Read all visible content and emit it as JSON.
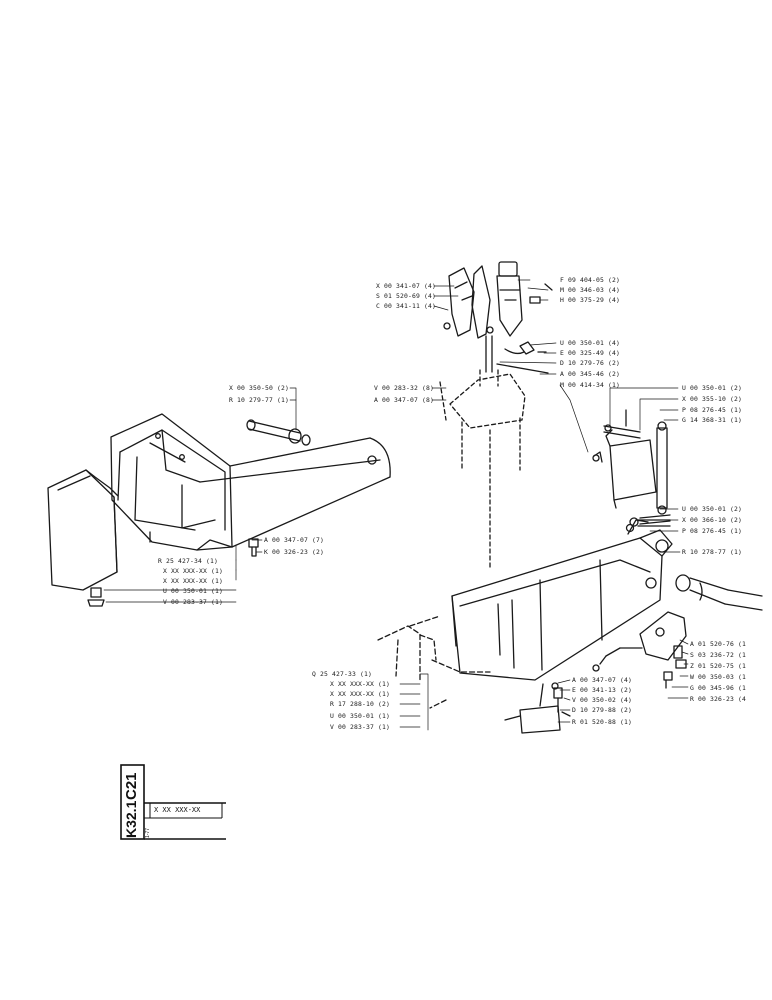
{
  "callouts": {
    "x_00_341_07": "X 00 341-07 (4)",
    "s_01_520_69": "S 01 520-69 (4)",
    "c_00_341_11": "C 00 341-11 (4)",
    "f_09_404_05": "F 09 404-05 (2)",
    "m_00_346_03": "M 00 346-03 (4)",
    "h_00_375_29": "H 00 375-29 (4)",
    "u_00_350_01_top": "U 00 350-01 (4)",
    "e_00_325_49": "E 00 325-49 (4)",
    "d_10_279_76": "D 10 279-76 (2)",
    "a_00_345_46": "A 00 345-46 (2)",
    "m_00_414_34": "M 00 414-34 (1)",
    "v_00_283_32_8": "V 00 283-32 (8)",
    "a_00_347_07_8": "A 00 347-07 (8)",
    "x_00_350_50": "X 00 350-50 (2)",
    "r_10_279_77_left": "R 10 279-77 (1)",
    "u_00_350_01_r2": "U 00 350-01 (2)",
    "x_00_355_10": "X 00 355-10 (2)",
    "p_08_276_45_r1": "P 08 276-45 (1)",
    "g_14_368_31": "G 14 368-31 (1)",
    "u_00_350_01_r2b": "U 00 350-01 (2)",
    "x_00_366_10": "X 00 366-10 (2)",
    "p_08_276_45_r1b": "P 08 276-45 (1)",
    "r_10_278_77": "R 10 278-77 (1)",
    "a_00_347_07_7": "A 00 347-07 (7)",
    "k_00_326_23_2": "K 00 326-23 (2)",
    "r_25_427_34": "R 25 427-34 (1)",
    "xx_1": "X XX XXX-XX (1)",
    "xx_2": "X XX XXX-XX (1)",
    "u_00_350_01_left": "U 00 350-01 (1)",
    "v_00_283_37_left": "V 00 283-37 (1)",
    "a_01_520_76": "A 01 520-76 (1",
    "s_03_236_72": "S 03 236-72 (1",
    "z_01_520_75": "Z 01 520-75 (1",
    "w_00_350_03": "W 00 350-03 (1",
    "g_00_345_96": "G 00 345-96 (1",
    "r_00_326_23": "R 00 326-23 (4",
    "q_25_427_33": "Q 25 427-33 (1)",
    "xx_3": "X XX XXX-XX (1)",
    "xx_4": "X XX XXX-XX (1)",
    "r_17_288_10": "R 17 288-10 (2)",
    "u_00_350_01_bottom": "U 00 350-01 (1)",
    "v_00_283_37_bottom": "V 00 283-37 (1)",
    "a_00_347_07_4": "A 00 347-07 (4)",
    "e_00_341_13": "E 00 341-13 (2)",
    "v_00_350_02": "V 00 350-02 (4)",
    "d_10_279_88": "D 10 279-88 (2)",
    "r_01_520_88": "R 01 520-88 (1)"
  },
  "title_block": {
    "code_line1": "C21",
    "code_line2": "K32.1",
    "box_text": "X XX XXX-XX",
    "small_mark": "1-77"
  }
}
